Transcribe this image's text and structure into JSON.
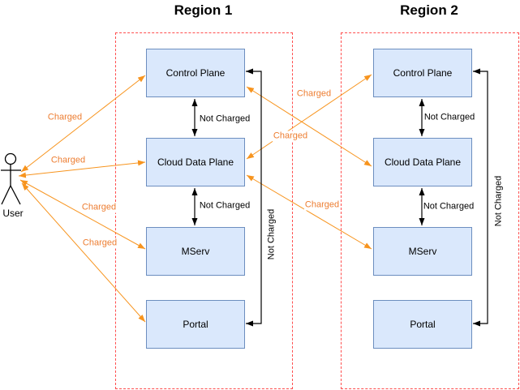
{
  "diagram_type": "cloud-billing-architecture",
  "actor": {
    "label": "User"
  },
  "regions": [
    {
      "title": "Region 1",
      "boxes": [
        {
          "label": "Control Plane"
        },
        {
          "label": "Cloud Data Plane"
        },
        {
          "label": "MServ"
        },
        {
          "label": "Portal"
        }
      ]
    },
    {
      "title": "Region 2",
      "boxes": [
        {
          "label": "Control Plane"
        },
        {
          "label": "Cloud Data Plane"
        },
        {
          "label": "MServ"
        },
        {
          "label": "Portal"
        }
      ]
    }
  ],
  "edges": [
    {
      "from": "User",
      "to": "Region 1 Control Plane",
      "label": "Charged"
    },
    {
      "from": "User",
      "to": "Region 1 Cloud Data Plane",
      "label": "Charged"
    },
    {
      "from": "User",
      "to": "Region 1 MServ",
      "label": "Charged"
    },
    {
      "from": "User",
      "to": "Region 1 Portal",
      "label": "Charged"
    },
    {
      "from": "Region 1 Control Plane",
      "to": "Region 2 Cloud Data Plane",
      "label": "Charged"
    },
    {
      "from": "Region 1 Cloud Data Plane",
      "to": "Region 2 Control Plane",
      "label": "Charged"
    },
    {
      "from": "Region 1 Cloud Data Plane",
      "to": "Region 2 MServ",
      "label": "Charged"
    },
    {
      "from": "Region 1 Control Plane",
      "to": "Region 1 Cloud Data Plane",
      "label": "Not Charged"
    },
    {
      "from": "Region 1 Cloud Data Plane",
      "to": "Region 1 MServ",
      "label": "Not Charged"
    },
    {
      "from": "Region 1 Control Plane",
      "to": "Region 1 Portal",
      "label": "Not Charged"
    },
    {
      "from": "Region 2 Control Plane",
      "to": "Region 2 Cloud Data Plane",
      "label": "Not Charged"
    },
    {
      "from": "Region 2 Cloud Data Plane",
      "to": "Region 2 MServ",
      "label": "Not Charged"
    },
    {
      "from": "Region 2 Control Plane",
      "to": "Region 2 Portal",
      "label": "Not Charged"
    }
  ],
  "colors": {
    "charged_text": "#ed7d31",
    "charged_line": "#f7941e",
    "not_charged_line": "#000000",
    "box_fill": "#dae8fc",
    "box_border": "#6c8ebf",
    "region_border": "#ff4d4d"
  }
}
